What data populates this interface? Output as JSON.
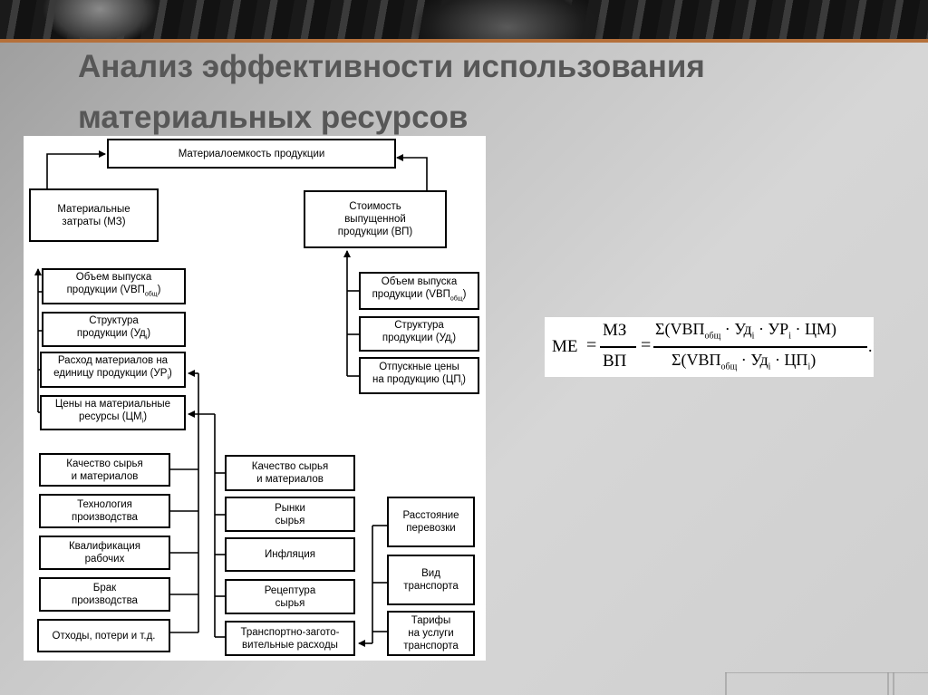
{
  "slide": {
    "title_line1": "Анализ эффективности использования",
    "title_line2": "материальных ресурсов",
    "accent_color": "#b5703a",
    "title_color": "#575757"
  },
  "diagram": {
    "top": "Материалоемкость продукции",
    "mz": "Материальные\nзатраты (МЗ)",
    "vp": "Стоимость\nвыпущенной\nпродукции (ВП)",
    "left": {
      "volume": {
        "text": "Объем выпуска\nпродукции (VВП",
        "sub": "общ",
        "tail": ")"
      },
      "structure": {
        "text": "Структура\nпродукции (Уд",
        "sub": "i",
        "tail": ")"
      },
      "rate": {
        "text": "Расход материалов на\nединицу продукции (УР",
        "sub": "i",
        "tail": ")"
      },
      "prices": {
        "text": "Цены на материальные\nресурсы (ЦМ",
        "sub": "i",
        "tail": ")"
      }
    },
    "right": {
      "volume": {
        "text": "Объем выпуска\nпродукции (VВП",
        "sub": "общ",
        "tail": ")"
      },
      "structure": {
        "text": "Структура\nпродукции (Уд",
        "sub": "i",
        "tail": ")"
      },
      "prices": {
        "text": "Отпускные цены\nна продукцию (ЦП",
        "sub": "i",
        "tail": ")"
      }
    },
    "rate_factors": [
      "Качество сырья\nи материалов",
      "Технология\nпроизводства",
      "Квалификация\nрабочих",
      "Брак\nпроизводства",
      "Отходы, потери и т.д."
    ],
    "price_factors": [
      "Качество сырья\nи материалов",
      "Рынки\nсырья",
      "Инфляция",
      "Рецептура\nсырья",
      "Транспортно-загото-\nвительные расходы"
    ],
    "transport_factors": [
      "Расстояние\nперевозки",
      "Вид\nтранспорта",
      "Тарифы\nна услуги\nтранспорта"
    ]
  },
  "formula": {
    "lhs": "МЕ",
    "eq": "=",
    "num1": "МЗ",
    "den1": "ВП",
    "num2_a": "Σ(VВП",
    "num2_sub1": "общ",
    "num2_b": " · Уд",
    "num2_sub2": "i",
    "num2_c": " · УР",
    "num2_sub3": "i",
    "num2_d": " · ЦМ)",
    "den2_a": "Σ(VВП",
    "den2_sub1": "общ",
    "den2_b": " · Уд",
    "den2_sub2": "i",
    "den2_c": " · ЦП",
    "den2_sub3": "i",
    "den2_d": ")",
    "end": "."
  }
}
